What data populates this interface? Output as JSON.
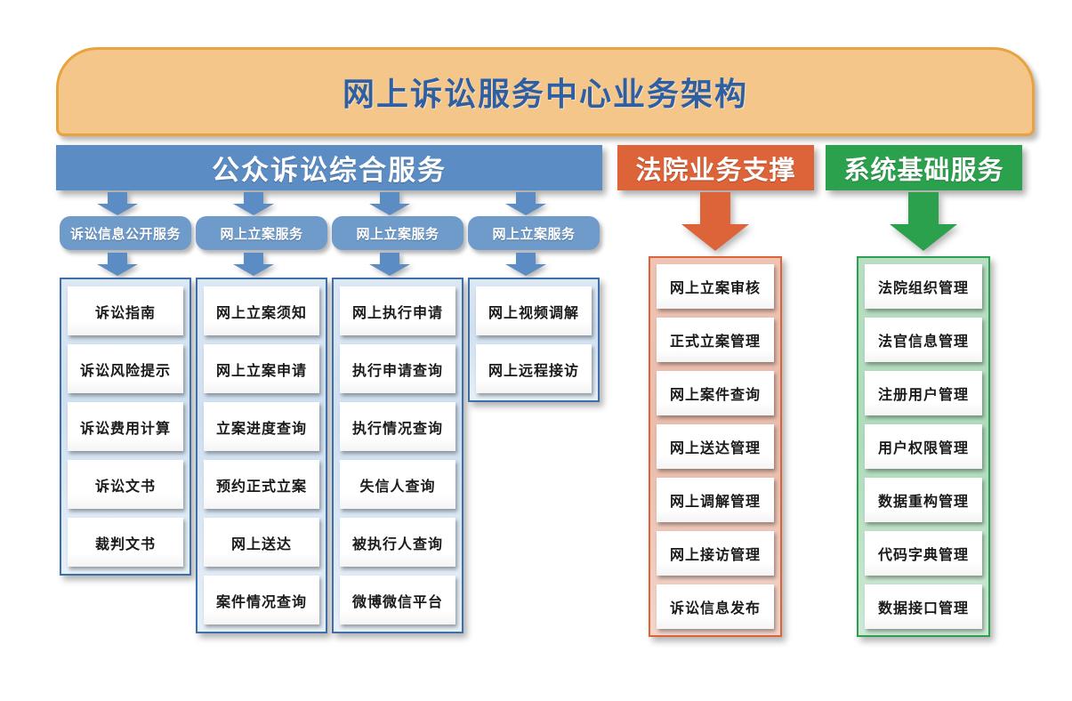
{
  "title": {
    "text": "网上诉讼服务中心业务架构"
  },
  "sections": [
    {
      "id": "public-service",
      "label": "公众诉讼综合服务",
      "color": "#5B8CC4",
      "subgroups": [
        {
          "label": "诉讼信息公开服务",
          "items": [
            "诉讼指南",
            "诉讼风险提示",
            "诉讼费用计算",
            "诉讼文书",
            "裁判文书"
          ]
        },
        {
          "label": "网上立案服务",
          "items": [
            "网上立案须知",
            "网上立案申请",
            "立案进度查询",
            "预约正式立案",
            "网上送达",
            "案件情况查询"
          ]
        },
        {
          "label": "网上立案服务",
          "items": [
            "网上执行申请",
            "执行申请查询",
            "执行情况查询",
            "失信人查询",
            "被执行人查询",
            "微博微信平台"
          ]
        },
        {
          "label": "网上立案服务",
          "items": [
            "网上视频调解",
            "网上远程接访"
          ]
        }
      ]
    },
    {
      "id": "court-support",
      "label": "法院业务支撑",
      "color": "#DD6339",
      "items": [
        "网上立案审核",
        "正式立案管理",
        "网上案件查询",
        "网上送达管理",
        "网上调解管理",
        "网上接访管理",
        "诉讼信息发布"
      ]
    },
    {
      "id": "system-base",
      "label": "系统基础服务",
      "color": "#2BA14E",
      "items": [
        "法院组织管理",
        "法官信息管理",
        "注册用户管理",
        "用户权限管理",
        "数据重构管理",
        "代码字典管理",
        "数据接口管理"
      ]
    }
  ]
}
